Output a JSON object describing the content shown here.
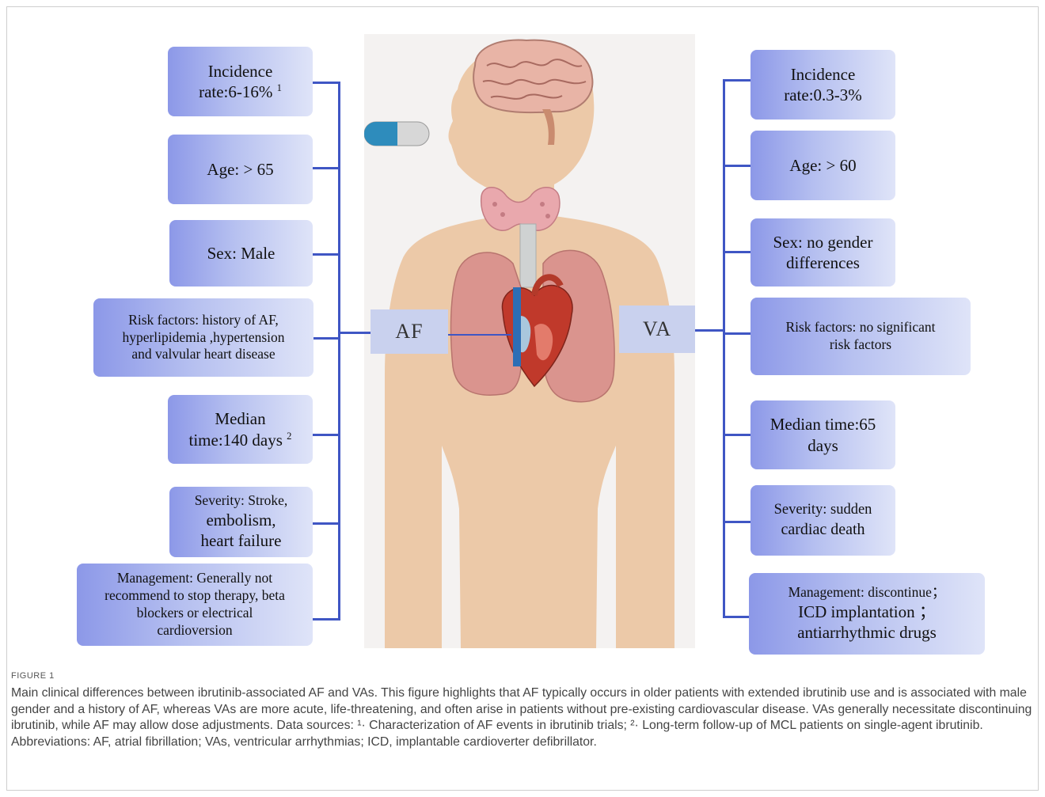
{
  "af": {
    "tag": "AF",
    "incidence_line1": "Incidence",
    "incidence_line2": "rate:6-16%",
    "incidence_ref": "1",
    "age": "Age: > 65",
    "sex": "Sex: Male",
    "risk_line1": "Risk factors: history of AF,",
    "risk_line2": "hyperlipidemia ,hypertension",
    "risk_line3": "and valvular heart disease",
    "median_line1": "Median",
    "median_line2": "time:140 days",
    "median_ref": "2",
    "severity_line1": "Severity: Stroke,",
    "severity_line2": "embolism,",
    "severity_line3": "heart failure",
    "mgmt_line1": "Management: Generally not",
    "mgmt_line2": "recommend to stop therapy, beta",
    "mgmt_line3": "blockers or electrical",
    "mgmt_line4": "cardioversion"
  },
  "va": {
    "tag": "VA",
    "incidence_line1": "Incidence",
    "incidence_line2": "rate:0.3-3%",
    "age": "Age:  > 60",
    "sex_line1": "Sex: no gender",
    "sex_line2": "differences",
    "risk_line1": "Risk factors: no significant",
    "risk_line2": "risk factors",
    "median_line1": "Median time:65",
    "median_line2": "days",
    "severity_line1": "Severity: sudden",
    "severity_line2": "cardiac death",
    "mgmt_line1": "Management: discontinue；",
    "mgmt_line2": "ICD implantation  ；",
    "mgmt_line3": "antiarrhythmic drugs"
  },
  "caption": {
    "label": "FIGURE 1",
    "text": "Main clinical differences between ibrutinib-associated AF and VAs. This figure highlights that AF typically occurs in older patients with extended ibrutinib use and is associated with male gender and a history of AF, whereas VAs are more acute, life-threatening, and often arise in patients without pre-existing cardiovascular disease. VAs generally necessitate discontinuing ibrutinib, while AF may allow dose adjustments. Data sources: ¹· Characterization of AF events in ibrutinib trials; ²· Long-term follow-up of MCL patients on single-agent ibrutinib. Abbreviations: AF, atrial fibrillation; VAs, ventricular arrhythmias; ICD, implantable cardioverter defibrillator."
  },
  "colors": {
    "connector": "#3f56c4",
    "box_start": "#8c98e8",
    "box_end": "#dfe4f8",
    "skin": "#ecc9a8"
  }
}
